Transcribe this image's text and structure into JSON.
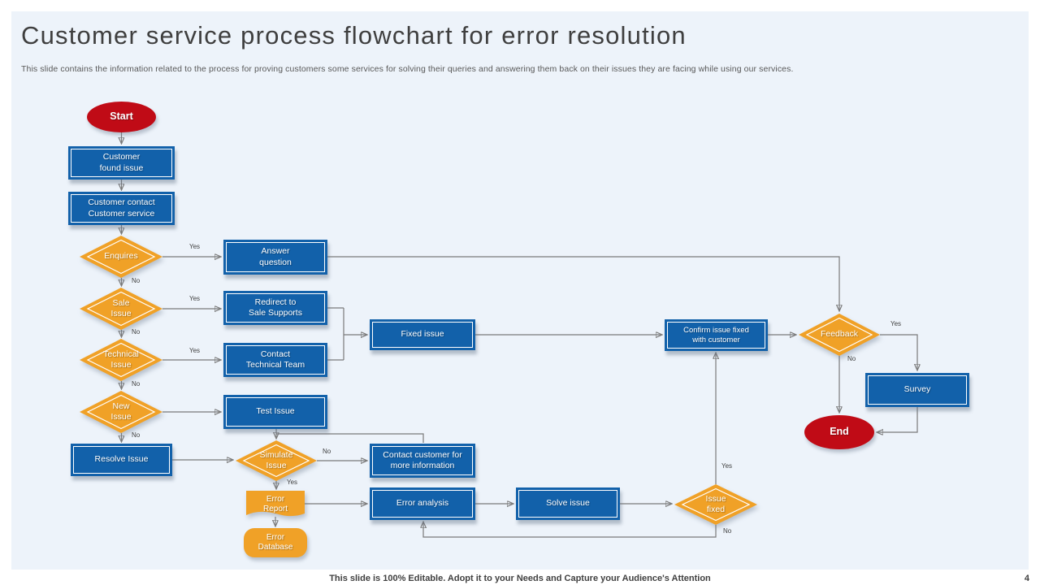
{
  "slide": {
    "title": "Customer service process flowchart for error resolution",
    "subtitle": "This slide contains the information related to the process for proving customers some services for solving their queries and answering them back on their issues they are facing while using  our services.",
    "footer": "This slide is 100% Editable. Adopt it to your Needs and Capture your Audience's Attention",
    "page_number": "4"
  },
  "colors": {
    "node_blue": "#1261aa",
    "node_orange": "#f0a127",
    "terminator_red": "#c00b16",
    "connector_gray": "#7a7a7a",
    "slide_bg": "#edf3fa"
  },
  "flow": {
    "labels": {
      "yes": "Yes",
      "no": "No"
    },
    "nodes": {
      "start": "Start",
      "customer_found_issue": "Customer\nfound issue",
      "customer_contact": "Customer contact\nCustomer service",
      "enquires": "Enquires",
      "answer_question": "Answer\nquestion",
      "sale_issue": "Sale\nIssue",
      "redirect_sale": "Redirect to\nSale Supports",
      "technical_issue": "Technical\nIssue",
      "contact_technical": "Contact\nTechnical Team",
      "new_issue": "New\nIssue",
      "test_issue": "Test Issue",
      "resolve_issue": "Resolve Issue",
      "simulate_issue": "Simulate\nIssue",
      "contact_customer": "Contact customer for\nmore information",
      "error_report": "Error\nReport",
      "error_database": "Error\nDatabase",
      "error_analysis": "Error analysis",
      "solve_issue": "Solve issue",
      "issue_fixed": "Issue\nfixed",
      "fixed_issue": "Fixed issue",
      "confirm_fixed": "Confirm issue fixed\nwith customer",
      "feedback": "Feedback",
      "survey": "Survey",
      "end": "End"
    }
  }
}
